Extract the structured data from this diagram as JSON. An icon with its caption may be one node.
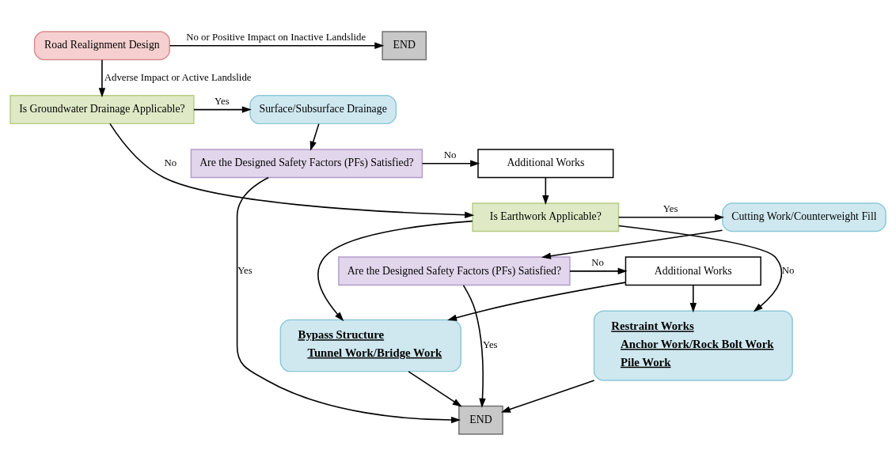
{
  "diagram": {
    "nodes": [
      {
        "text": [
          "Road Realignment Design"
        ]
      },
      {
        "text": [
          "END"
        ]
      },
      {
        "text": [
          "Is Groundwater Drainage Applicable?"
        ]
      },
      {
        "text": [
          "Surface/Subsurface Drainage"
        ]
      },
      {
        "text": [
          "Are the Designed Safety Factors (PFs) Satisfied?"
        ]
      },
      {
        "text": [
          "Additional Works"
        ]
      },
      {
        "text": [
          "Is Earthwork Applicable?"
        ]
      },
      {
        "text": [
          "Cutting Work/Counterweight Fill"
        ]
      },
      {
        "text": [
          "Are the Designed Safety Factors (PFs) Satisfied?"
        ]
      },
      {
        "text": [
          "Additional Works"
        ]
      },
      {
        "text": [
          "Restraint Works",
          "Anchor Work/Rock Bolt Work",
          "Pile Work"
        ]
      },
      {
        "text": [
          "Bypass Structure",
          "Tunnel Work/Bridge Work"
        ]
      },
      {
        "text": [
          "END"
        ]
      }
    ],
    "edges": [
      {
        "from": 0,
        "to": 1,
        "arrow": "to",
        "label": "No or Positive Impact on Inactive Landslide"
      },
      {
        "from": 0,
        "to": 2,
        "arrow": "to",
        "label": "Adverse Impact or Active Landslide"
      },
      {
        "from": 2,
        "to": 3,
        "arrow": "to",
        "label": "Yes"
      },
      {
        "from": 3,
        "to": 4,
        "arrow": "to"
      },
      {
        "from": 4,
        "to": 5,
        "arrow": "to",
        "label": "No"
      },
      {
        "from": 2,
        "to": 6,
        "arrow": "to",
        "label": "No"
      },
      {
        "from": 5,
        "to": 6,
        "arrow": "to"
      },
      {
        "from": 6,
        "to": 7,
        "arrow": "to",
        "label": "Yes"
      },
      {
        "from": 7,
        "to": 8,
        "arrow": "to"
      },
      {
        "from": 8,
        "to": 9,
        "arrow": "to",
        "label": "No"
      },
      {
        "from": 6,
        "to": 10,
        "arrow": "to",
        "label": "No"
      },
      {
        "from": 6,
        "to": 11,
        "arrow": "to"
      },
      {
        "from": 9,
        "to": 10,
        "arrow": "to"
      },
      {
        "from": 9,
        "to": 11,
        "arrow": "to"
      },
      {
        "from": 10,
        "to": 12,
        "arrow": "to"
      },
      {
        "from": 11,
        "to": 12,
        "arrow": "to"
      },
      {
        "from": 8,
        "to": 12,
        "arrow": "to",
        "label": "Yes"
      },
      {
        "from": 4,
        "to": 12,
        "arrow": "to",
        "label": "Yes"
      }
    ]
  }
}
